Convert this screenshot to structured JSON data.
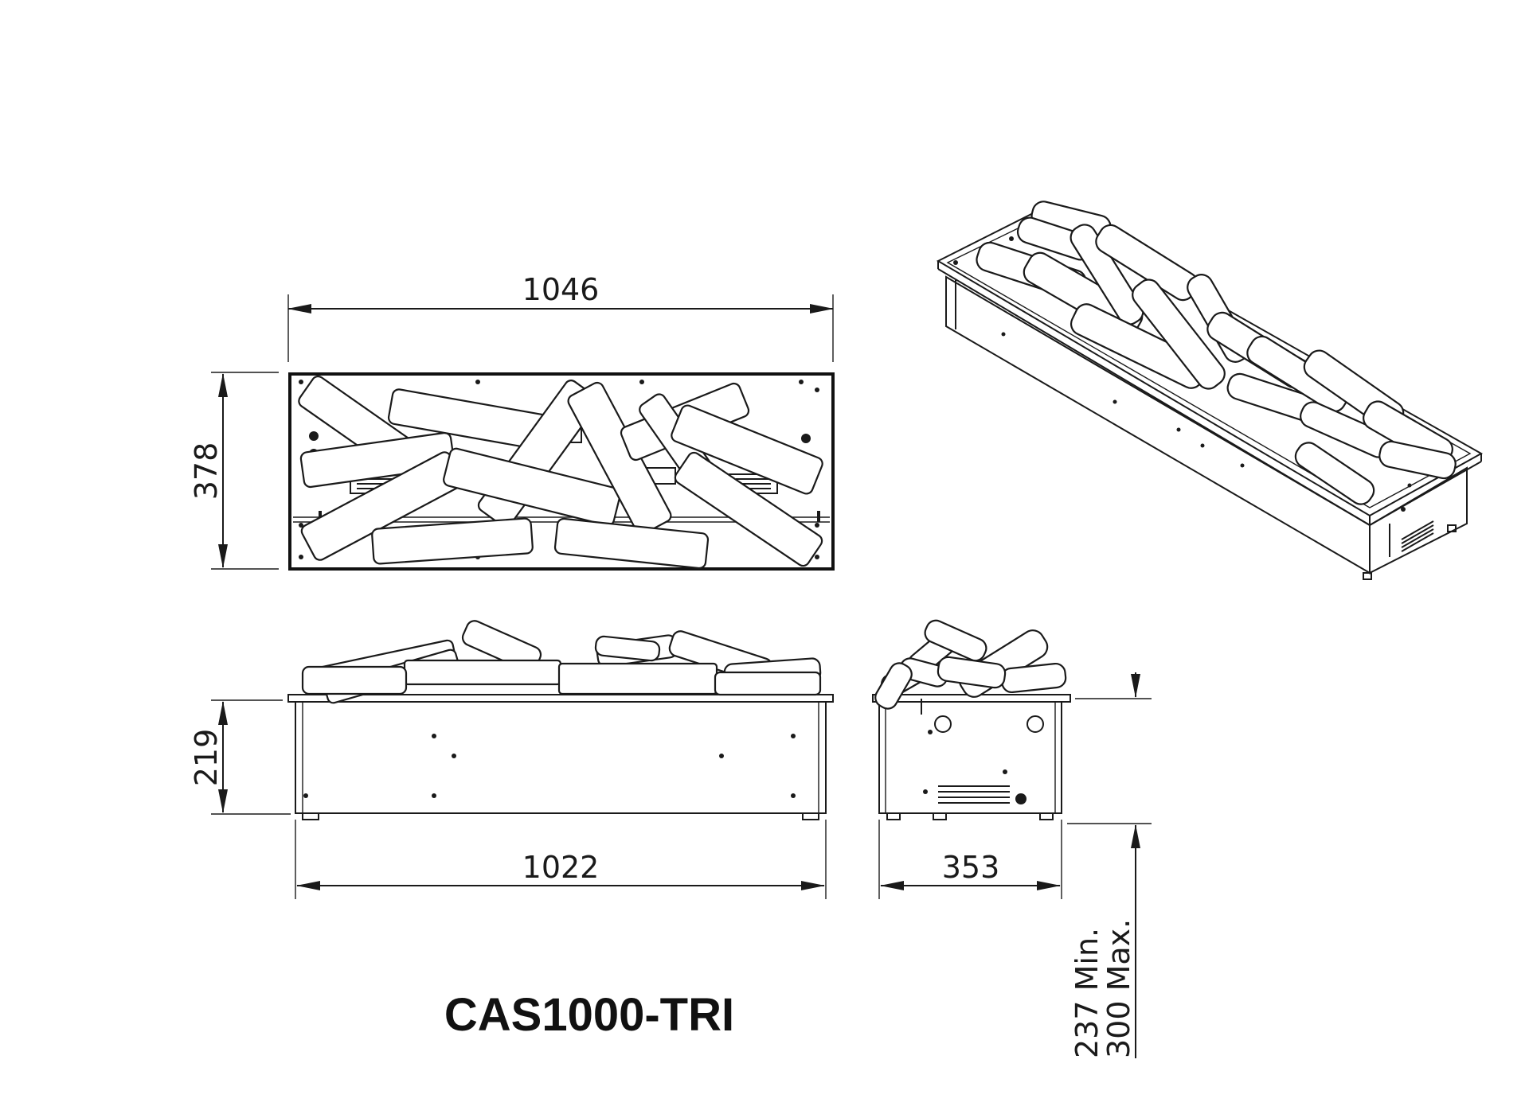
{
  "model_name": "CAS1000-TRI",
  "dimensions": {
    "top_width": "1046",
    "top_depth": "378",
    "body_height": "219",
    "body_width": "1022",
    "side_depth": "353",
    "install_min": "237 Min.",
    "install_max": "300 Max."
  },
  "colors": {
    "line": "#1a1a1a",
    "background": "#ffffff"
  }
}
